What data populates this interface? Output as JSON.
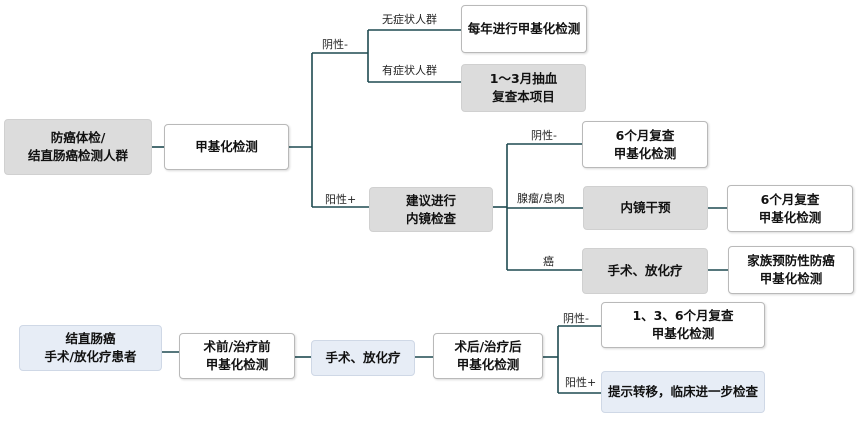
{
  "nodes": {
    "screen_group": "防癌体检/\n结直肠癌检测人群",
    "methyl_test": "甲基化检测",
    "annual": "每年进行甲基化检测",
    "recheck_1_3": "1～3月抽血\n复查本项目",
    "endoscopy": "建议进行\n内镜检查",
    "m6_recheck_a": "6个月复查\n甲基化检测",
    "endo_intervention": "内镜干预",
    "m6_recheck_b": "6个月复查\n甲基化检测",
    "surgery_chemo_a": "手术、放化疗",
    "family_prevention": "家族预防性防癌\n甲基化检测",
    "crc_patients": "结直肠癌\n手术/放化疗患者",
    "pre_treatment": "术前/治疗前\n甲基化检测",
    "surgery_chemo_b": "手术、放化疗",
    "post_treatment": "术后/治疗后\n甲基化检测",
    "m136_recheck": "1、3、6个月复查\n甲基化检测",
    "metastasis": "提示转移，临床进一步检查"
  },
  "labels": {
    "negative_1": "阴性-",
    "asymptomatic": "无症状人群",
    "symptomatic": "有症状人群",
    "positive_1": "阳性+",
    "negative_2": "阴性-",
    "adenoma": "腺瘤/息肉",
    "cancer": "癌",
    "negative_3": "阴性-",
    "positive_2": "阳性+"
  },
  "colors": {
    "connector": "#1e4a50"
  }
}
